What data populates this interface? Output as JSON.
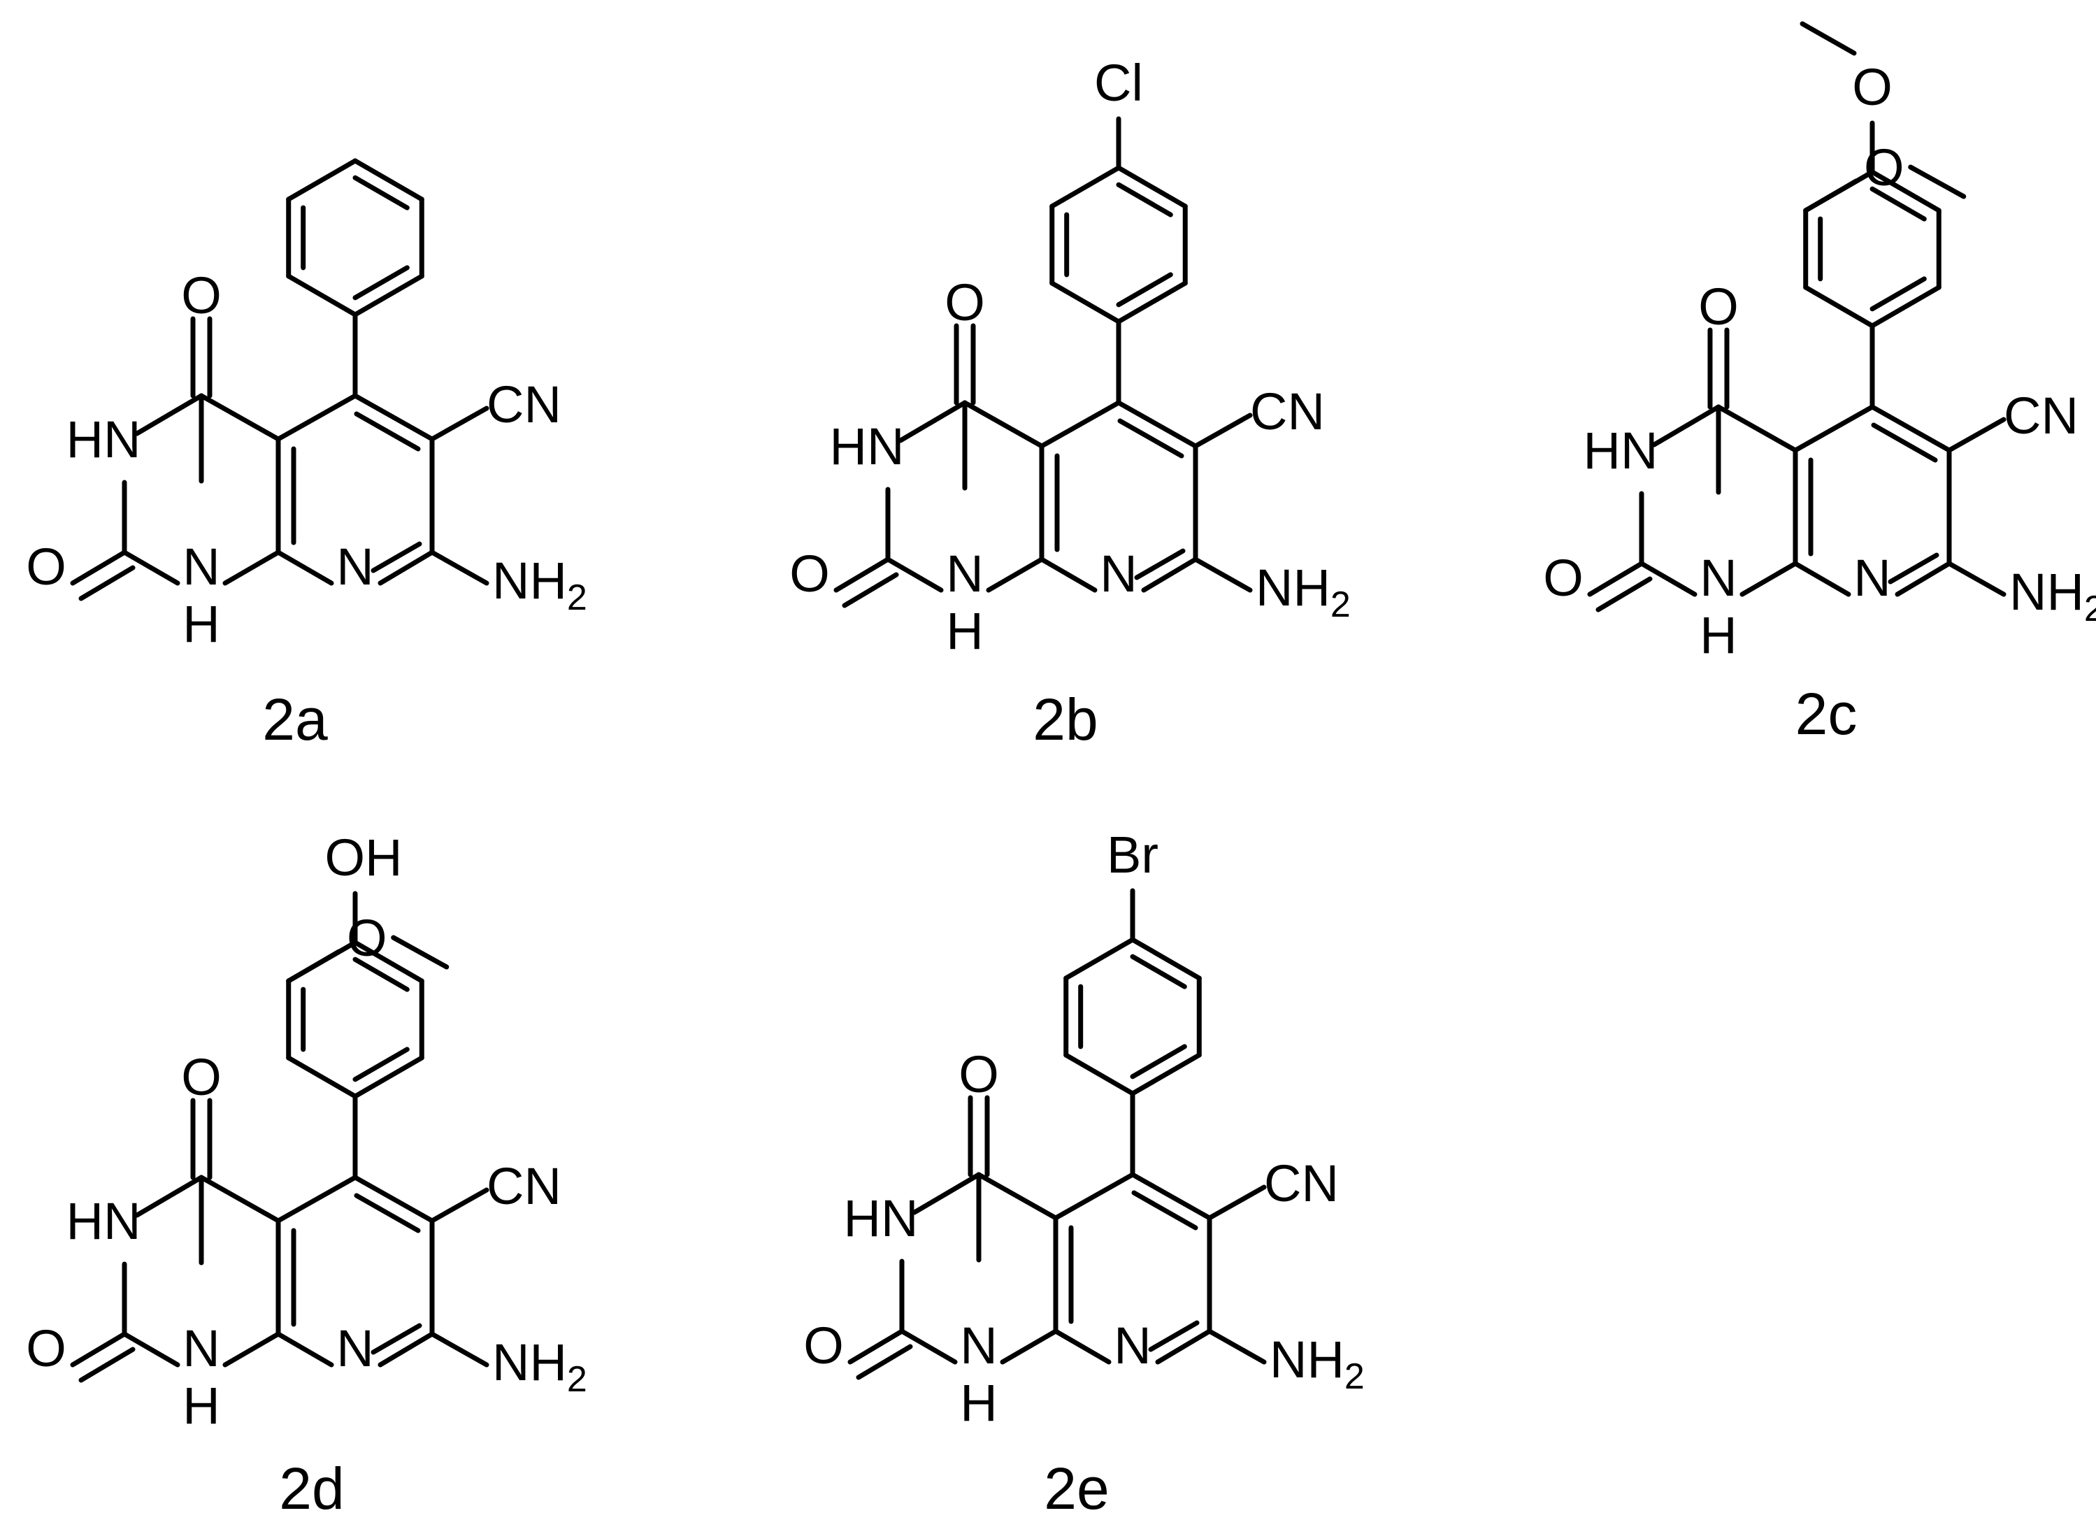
{
  "atoms": {
    "O": "O",
    "HN": "HN",
    "N": "N",
    "H": "H",
    "CN": "CN",
    "NH": "NH",
    "sub2": "2"
  },
  "compounds": [
    {
      "id": "2a",
      "label": "2a",
      "substituents": []
    },
    {
      "id": "2b",
      "label": "2b",
      "substituents": [
        {
          "group": "Cl",
          "text": "Cl"
        }
      ]
    },
    {
      "id": "2c",
      "label": "2c",
      "substituents": [
        {
          "group": "OMe-4",
          "text": "O"
        },
        {
          "group": "OMe-3",
          "text": "O"
        }
      ]
    },
    {
      "id": "2d",
      "label": "2d",
      "substituents": [
        {
          "group": "OH-4",
          "text": "OH"
        },
        {
          "group": "OMe-3",
          "text": "O"
        }
      ]
    },
    {
      "id": "2e",
      "label": "2e",
      "substituents": [
        {
          "group": "Br",
          "text": "Br"
        }
      ]
    }
  ]
}
